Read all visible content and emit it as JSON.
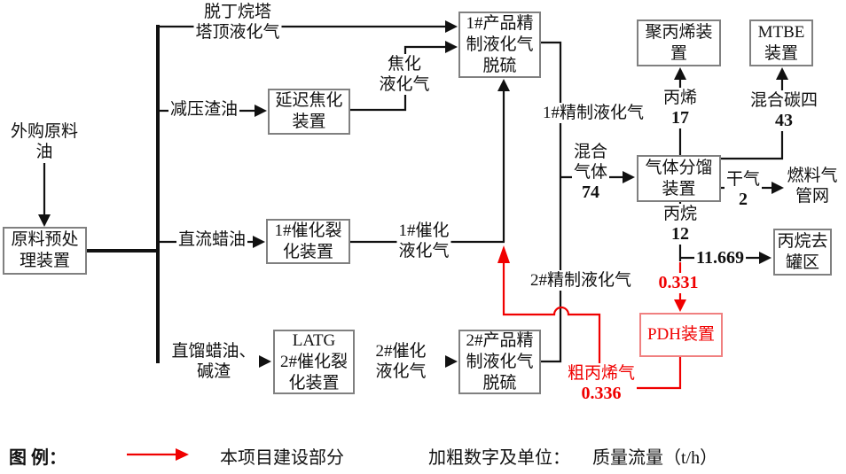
{
  "diagram": {
    "title_hint": "LPG / PDH process flow diagram",
    "nodes": {
      "pretreat": {
        "lines": [
          "原料预处",
          "理装置"
        ]
      },
      "coker": {
        "lines": [
          "延迟焦化",
          "装置"
        ]
      },
      "fcc1": {
        "lines": [
          "1#催化裂",
          "化装置"
        ]
      },
      "latg": {
        "lines": [
          "LATG",
          "2#催化裂",
          "化装置"
        ]
      },
      "refine1": {
        "lines": [
          "1#产品精",
          "制液化气",
          "脱硫"
        ]
      },
      "refine2": {
        "lines": [
          "2#产品精",
          "制液化气",
          "脱硫"
        ]
      },
      "pp": {
        "lines": [
          "聚丙烯装",
          "置"
        ]
      },
      "mtbe": {
        "lines": [
          "MTBE",
          "装置"
        ]
      },
      "gasfrac": {
        "lines": [
          "气体分馏",
          "装置"
        ]
      },
      "tank": {
        "lines": [
          "丙烷去",
          "罐区"
        ]
      },
      "pdh": {
        "lines": [
          "PDH装置"
        ]
      }
    },
    "labels": {
      "purchased_oil": {
        "lines": [
          "外购原料",
          "油"
        ]
      },
      "debutanizer": {
        "lines": [
          "脱丁烷塔",
          "塔顶液化气"
        ]
      },
      "vacuum_residue": {
        "text": "减压渣油"
      },
      "coker_lpg": {
        "lines": [
          "焦化",
          "液化气"
        ]
      },
      "straight_wax": {
        "text": "直流蜡油"
      },
      "fcc1_lpg": {
        "lines": [
          "1#催化",
          "液化气"
        ]
      },
      "dist_wax": {
        "lines": [
          "直馏蜡油、",
          "碱渣"
        ]
      },
      "fcc2_lpg": {
        "lines": [
          "2#催化",
          "液化气"
        ]
      },
      "refined1_lpg": {
        "text": "1#精制液化气"
      },
      "refined2_lpg": {
        "text": "2#精制液化气"
      },
      "mixed_gas": {
        "lines": [
          "混合",
          "气体"
        ],
        "value": "74"
      },
      "propylene": {
        "text": "丙烯",
        "value": "17"
      },
      "mixed_c4": {
        "text": "混合碳四",
        "value": "43"
      },
      "dry_gas": {
        "text": "干气",
        "value": "2"
      },
      "fuel_gas": {
        "lines": [
          "燃料气",
          "管网"
        ]
      },
      "propane": {
        "text": "丙烷",
        "value": "12"
      },
      "propane_to_tank": {
        "value": "11.669"
      },
      "pdh_feed": {
        "value": "0.331"
      },
      "crude_propylene": {
        "text": "粗丙烯气",
        "value": "0.336"
      }
    },
    "legend": {
      "title": "图 例：",
      "arrow_label": "本项目建设部分",
      "bold_note_label": "加粗数字及单位：",
      "bold_note_value": "质量流量（t/h）"
    },
    "colors": {
      "line": "#111111",
      "highlight_red": "#f00000",
      "box_border": "#808080",
      "pdh_border": "#f08080",
      "background": "#ffffff"
    }
  }
}
